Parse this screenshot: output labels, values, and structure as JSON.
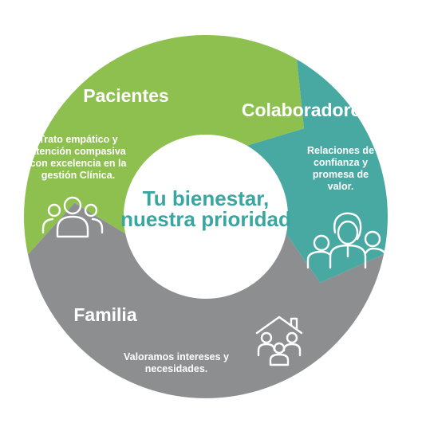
{
  "center": {
    "line1": "Tu bienestar,",
    "line2": "nuestra prioridad",
    "color": "#3aa6a0"
  },
  "segments": {
    "pacientes": {
      "title": "Pacientes",
      "desc": [
        "Trato empático y",
        "atención compasiva",
        "con excelencia en la",
        "gestión Clínica."
      ],
      "color": "#8dc04f",
      "icon": "people-group-icon"
    },
    "colaboradores": {
      "title": "Colaboradores",
      "desc": [
        "Relaciones de",
        "confianza y",
        "promesa de",
        "valor."
      ],
      "color": "#47a9a2",
      "icon": "team-icon"
    },
    "familia": {
      "title": "Familia",
      "desc": [
        "Valoramos intereses y",
        "necesidades."
      ],
      "color": "#8d8e90",
      "icon": "family-house-icon"
    }
  }
}
